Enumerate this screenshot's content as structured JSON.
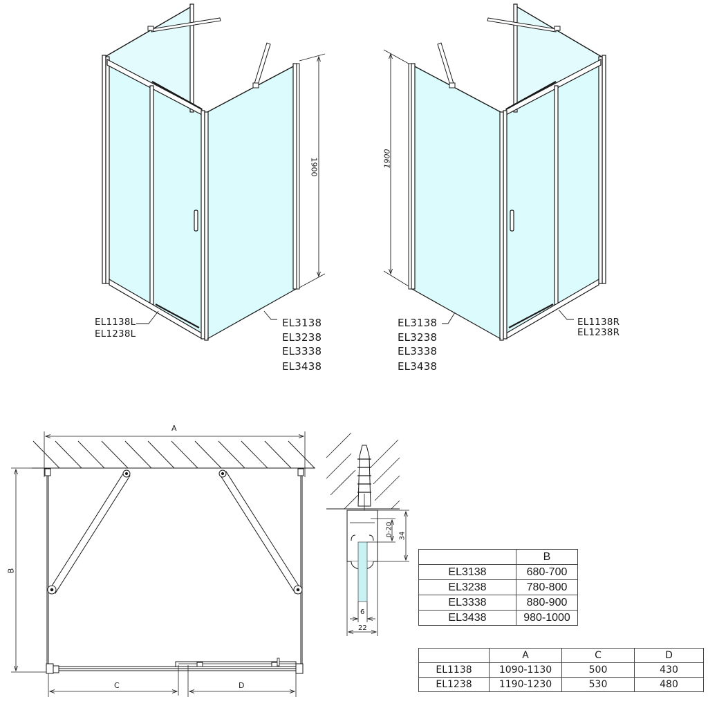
{
  "iso_left": {
    "height_dim": "1900",
    "door_labels": [
      "EL1138L",
      "EL1238L"
    ],
    "side_labels": [
      "EL3138",
      "EL3238",
      "EL3338",
      "EL3438"
    ]
  },
  "iso_right": {
    "height_dim": "1900",
    "door_labels": [
      "EL1138R",
      "EL1238R"
    ],
    "side_labels": [
      "EL3138",
      "EL3238",
      "EL3338",
      "EL3438"
    ]
  },
  "plan": {
    "dim_a": "A",
    "dim_b": "B",
    "dim_c": "C",
    "dim_d": "D"
  },
  "profile_detail": {
    "adjust_range": "0-20",
    "profile_height": "34",
    "glass_thickness": "6",
    "profile_width": "22"
  },
  "table_b": {
    "headers": [
      "",
      "B"
    ],
    "rows": [
      [
        "EL3138",
        "680-700"
      ],
      [
        "EL3238",
        "780-800"
      ],
      [
        "EL3338",
        "880-900"
      ],
      [
        "EL3438",
        "980-1000"
      ]
    ]
  },
  "table_acd": {
    "headers": [
      "",
      "A",
      "C",
      "D"
    ],
    "rows": [
      [
        "EL1138",
        "1090-1130",
        "500",
        "430"
      ],
      [
        "EL1238",
        "1190-1230",
        "530",
        "480"
      ]
    ]
  },
  "colors": {
    "glass": "#dcfbfd",
    "line": "#1a1a1a"
  }
}
